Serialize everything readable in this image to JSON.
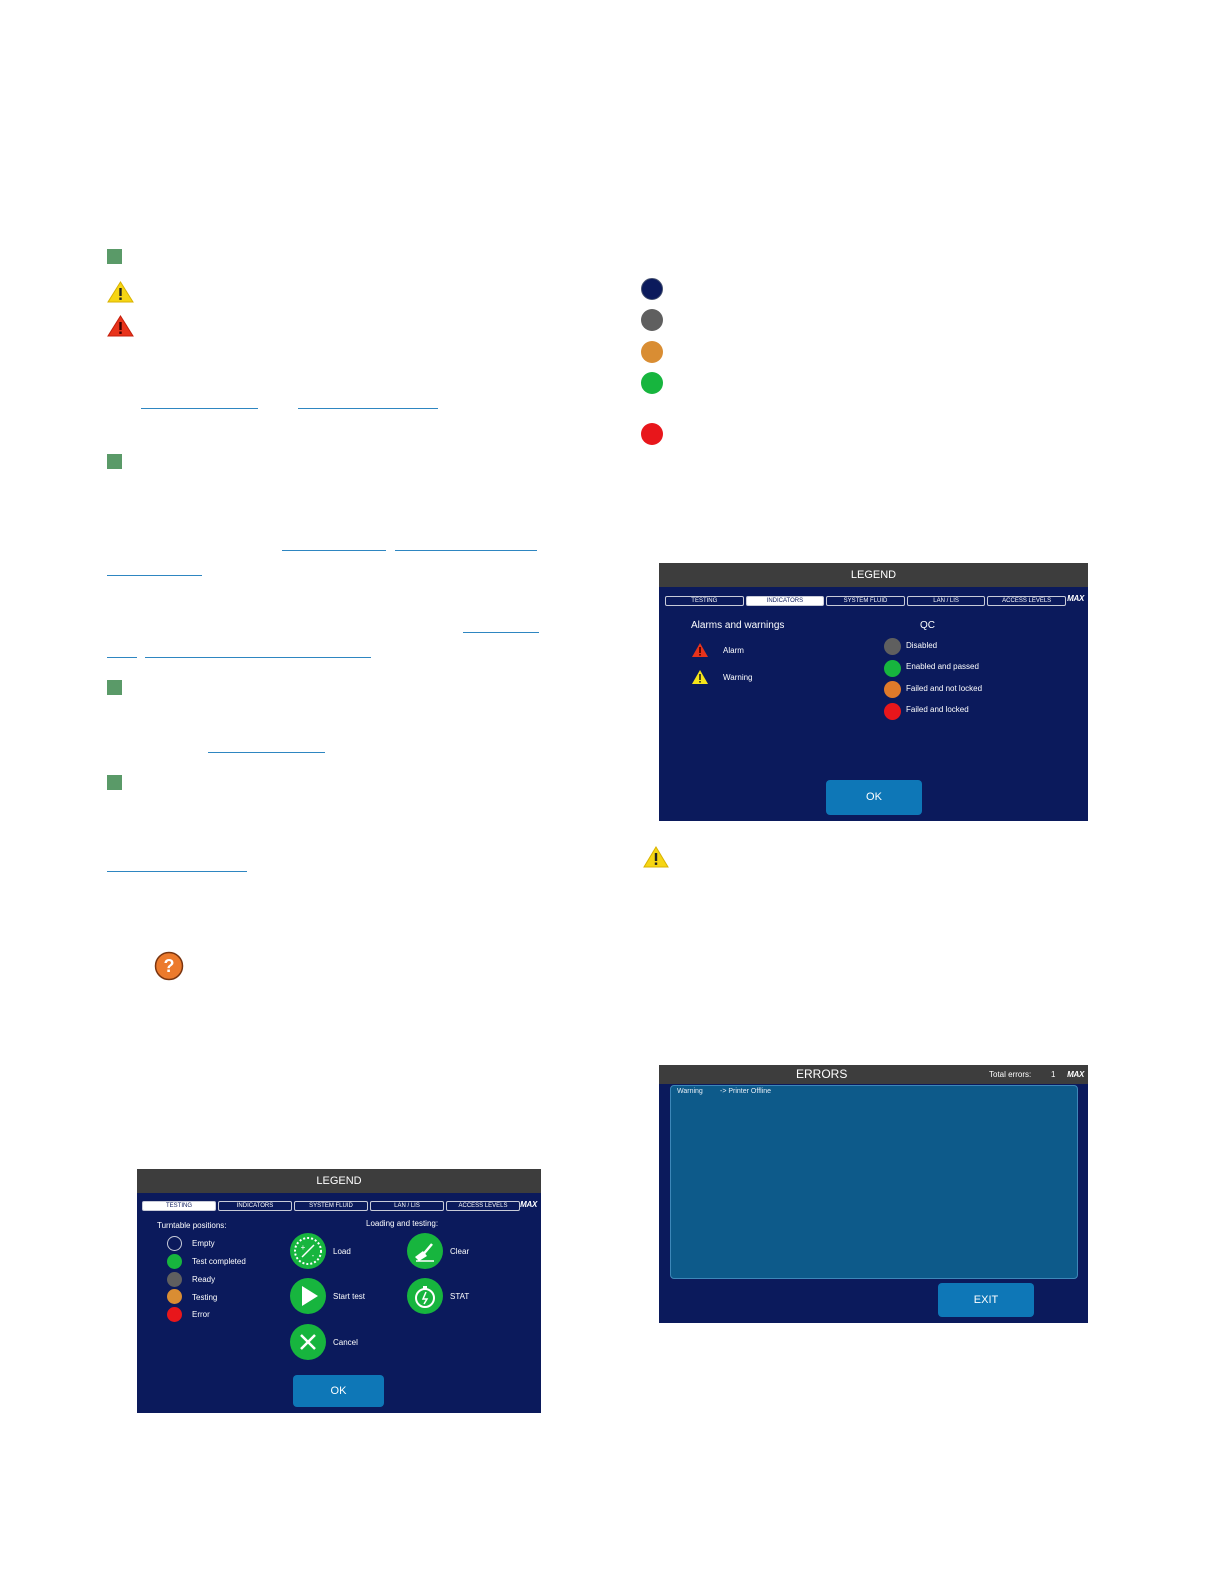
{
  "colors": {
    "square": "#5a9a68",
    "panel_bg": "#0b1a5c",
    "title_bar": "#3d3d3d",
    "button": "#0e77b7",
    "empty_dot": "#0b1a5c",
    "test_completed": "#17b53e",
    "ready": "#5f5f5f",
    "testing": "#d98d33",
    "error": "#e8161b",
    "failed_not_locked": "#e07a2a",
    "errors_list_bg": "#0d5a8a"
  },
  "left_legend": {
    "title": "LEGEND",
    "logo": "MAX",
    "tabs": [
      "TESTING",
      "INDICATORS",
      "SYSTEM FLUID",
      "LAN / LIS",
      "ACCESS LEVELS"
    ],
    "active_tab": "TESTING",
    "turntable_header": "Turntable positions:",
    "turntable_items": [
      "Empty",
      "Test completed",
      "Ready",
      "Testing",
      "Error"
    ],
    "loading_header": "Loading and testing:",
    "load_label": "Load",
    "clear_label": "Clear",
    "start_test_label": "Start test",
    "stat_label": "STAT",
    "cancel_label": "Cancel",
    "ok_label": "OK"
  },
  "right_legend": {
    "title": "LEGEND",
    "logo": "MAX",
    "tabs": [
      "TESTING",
      "INDICATORS",
      "SYSTEM FLUID",
      "LAN / LIS",
      "ACCESS LEVELS"
    ],
    "active_tab": "INDICATORS",
    "alarms_header": "Alarms and warnings",
    "alarm_label": "Alarm",
    "warning_label": "Warning",
    "qc_header": "QC",
    "qc_items": [
      "Disabled",
      "Enabled and passed",
      "Failed and not locked",
      "Failed and locked"
    ],
    "ok_label": "OK"
  },
  "errors_panel": {
    "title": "ERRORS",
    "total_label": "Total errors:",
    "total_value": "1",
    "logo": "MAX",
    "entry_type": "Warning",
    "entry_message": "-> Printer Offline",
    "exit_label": "EXIT"
  },
  "icons": {
    "warning": "warning-triangle-icon",
    "alarm": "alarm-triangle-icon",
    "help": "question-icon"
  }
}
